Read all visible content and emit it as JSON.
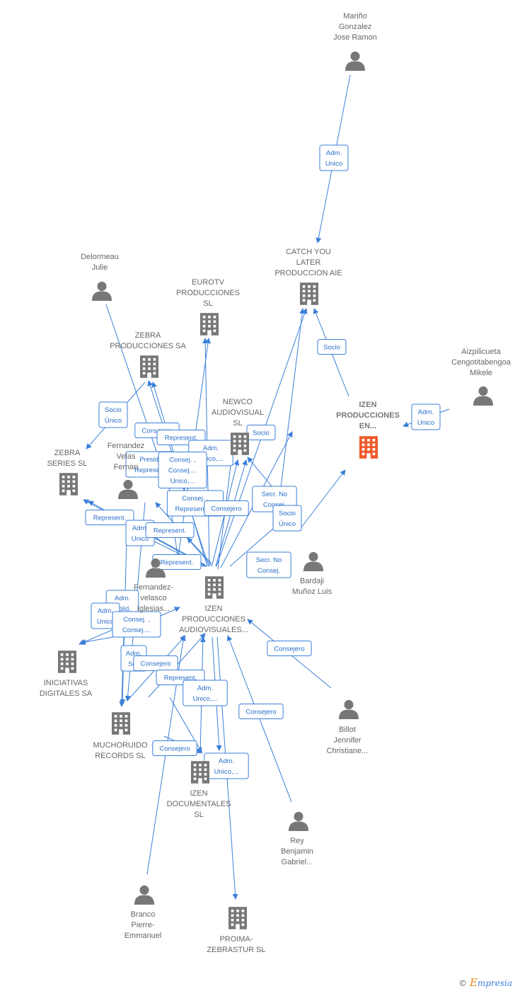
{
  "colors": {
    "edge": "#3b7fd9",
    "icon": "#777777",
    "main_company": "#f05a2a",
    "label_text": "#666666"
  },
  "nodes": [
    {
      "id": "marino",
      "kind": "person",
      "lines": [
        "Mariño",
        "Gonzalez",
        "Jose Ramon"
      ]
    },
    {
      "id": "catch",
      "kind": "company",
      "lines": [
        "CATCH YOU",
        "LATER",
        "PRODUCCION AIE"
      ]
    },
    {
      "id": "delormeau",
      "kind": "person",
      "lines": [
        "Delormeau",
        "Julie"
      ]
    },
    {
      "id": "eurotv",
      "kind": "company",
      "lines": [
        "EUROTV",
        "PRODUCCIONES",
        "SL"
      ]
    },
    {
      "id": "zebraprod",
      "kind": "company",
      "lines": [
        "ZEBRA",
        "PRODUCCIONES SA"
      ]
    },
    {
      "id": "aizpilicueta",
      "kind": "person",
      "lines": [
        "Aizpilicueta",
        "Cengotitabengoa",
        "Mikele"
      ]
    },
    {
      "id": "izen_en",
      "kind": "company_main",
      "lines": [
        "IZEN",
        "PRODUCCIONES",
        "EN..."
      ]
    },
    {
      "id": "newco",
      "kind": "company",
      "lines": [
        "NEWCO",
        "AUDIOVISUAL",
        "SL"
      ]
    },
    {
      "id": "zebraseries",
      "kind": "company",
      "lines": [
        "ZEBRA",
        "SERIES  SL"
      ]
    },
    {
      "id": "fvelasco1",
      "kind": "person",
      "lines": [
        "Fernandez",
        "Velas",
        "Fernan"
      ]
    },
    {
      "id": "bardaji",
      "kind": "person",
      "lines": [
        "Bardaji",
        "Muñoz Luis"
      ]
    },
    {
      "id": "fvelasco2",
      "kind": "person",
      "lines": [
        "Fernandez-",
        "velasco",
        "Iglesias..."
      ]
    },
    {
      "id": "izen_audio",
      "kind": "company",
      "lines": [
        "IZEN",
        "PRODUCCIONES",
        "AUDIOVISUALES..."
      ]
    },
    {
      "id": "iniciativas",
      "kind": "company",
      "lines": [
        "INICIATIVAS",
        "DIGITALES SA"
      ]
    },
    {
      "id": "billot",
      "kind": "person",
      "lines": [
        "Billot",
        "Jennifer",
        "Christiane..."
      ]
    },
    {
      "id": "muchoruido",
      "kind": "company",
      "lines": [
        "MUCHORUIDO",
        "RECORDS SL"
      ]
    },
    {
      "id": "izen_doc",
      "kind": "company",
      "lines": [
        "IZEN",
        "DOCUMENTALES",
        "SL"
      ]
    },
    {
      "id": "rey",
      "kind": "person",
      "lines": [
        "Rey",
        "Benjamin",
        "Gabriel..."
      ]
    },
    {
      "id": "branco",
      "kind": "person",
      "lines": [
        "Branco",
        "Pierre-",
        "Emmanuel"
      ]
    },
    {
      "id": "proima",
      "kind": "company",
      "lines": [
        "PROIMA-",
        "ZEBRASTUR SL"
      ]
    }
  ],
  "edge_labels": [
    {
      "id": "l1",
      "lines": [
        "Adm.",
        "Unico"
      ]
    },
    {
      "id": "l2",
      "lines": [
        "Socio"
      ]
    },
    {
      "id": "l3",
      "lines": [
        "Adm.",
        "Unico"
      ]
    },
    {
      "id": "l4",
      "lines": [
        "Socio",
        "Único"
      ]
    },
    {
      "id": "l5",
      "lines": [
        "Consejero"
      ]
    },
    {
      "id": "l6",
      "lines": [
        "Represent."
      ]
    },
    {
      "id": "l7",
      "lines": [
        "Adm.",
        "Unico,..."
      ]
    },
    {
      "id": "l8",
      "lines": [
        "Socio"
      ]
    },
    {
      "id": "l9",
      "lines": [
        "Presid.",
        "Represe..."
      ]
    },
    {
      "id": "l10",
      "lines": [
        "Consej. ,",
        "Consej....",
        "Unico,..."
      ]
    },
    {
      "id": "l11",
      "lines": [
        "Consej. ,",
        "Represent.14"
      ]
    },
    {
      "id": "l12",
      "lines": [
        "Consejero"
      ]
    },
    {
      "id": "l13",
      "lines": [
        "Secr.  No",
        "Consej."
      ]
    },
    {
      "id": "l14",
      "lines": [
        "Socio",
        "Único"
      ]
    },
    {
      "id": "l15",
      "lines": [
        "Represent."
      ]
    },
    {
      "id": "l16",
      "lines": [
        "Adm.",
        "Unico"
      ]
    },
    {
      "id": "l17",
      "lines": [
        "Represent."
      ]
    },
    {
      "id": "l18",
      "lines": [
        "Represent."
      ]
    },
    {
      "id": "l19",
      "lines": [
        "Secr.  No",
        "Consej."
      ]
    },
    {
      "id": "l20",
      "lines": [
        "Adm.",
        "Solid."
      ]
    },
    {
      "id": "l21",
      "lines": [
        "Adm.",
        "Unico"
      ]
    },
    {
      "id": "l22",
      "lines": [
        "Consej. ,",
        "Consej...."
      ]
    },
    {
      "id": "l23",
      "lines": [
        "Consejero"
      ]
    },
    {
      "id": "l24",
      "lines": [
        "Adm.",
        "Soli"
      ]
    },
    {
      "id": "l25",
      "lines": [
        "Consejero"
      ]
    },
    {
      "id": "l26",
      "lines": [
        "Represent."
      ]
    },
    {
      "id": "l27",
      "lines": [
        "Adm.",
        "Unico,..."
      ]
    },
    {
      "id": "l28",
      "lines": [
        "Consejero"
      ]
    },
    {
      "id": "l29",
      "lines": [
        "Consejero"
      ]
    },
    {
      "id": "l30",
      "lines": [
        "Adm.",
        "Unico,..."
      ]
    }
  ],
  "brand": {
    "copyright": "©",
    "first_letter": "E",
    "rest": "mpresia"
  }
}
